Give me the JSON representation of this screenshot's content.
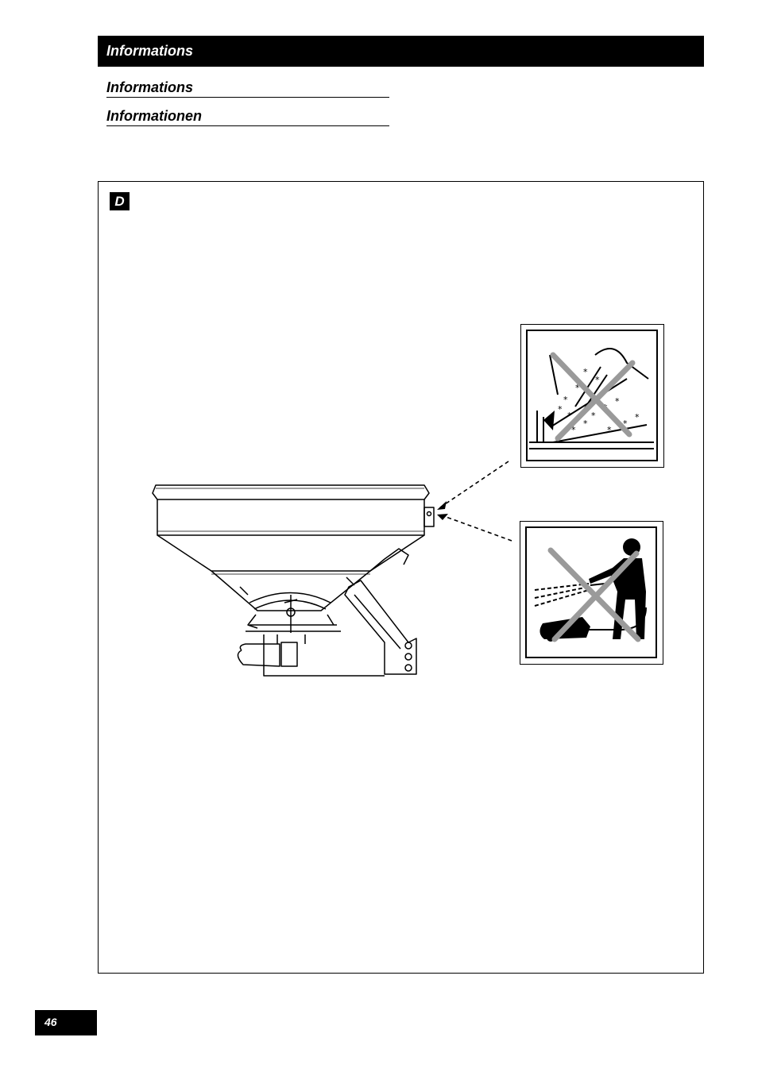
{
  "header": {
    "title": "Informations"
  },
  "subtitles": [
    "Informations",
    "Informationen"
  ],
  "content": {
    "language_badge": "D"
  },
  "pictograms": [
    {
      "icon": "no-high-pressure-cleaning-icon"
    },
    {
      "icon": "no-pressure-washer-icon"
    }
  ],
  "illustration": {
    "icon": "fertilizer-spreader-icon"
  },
  "footer": {
    "page_number": "46"
  }
}
